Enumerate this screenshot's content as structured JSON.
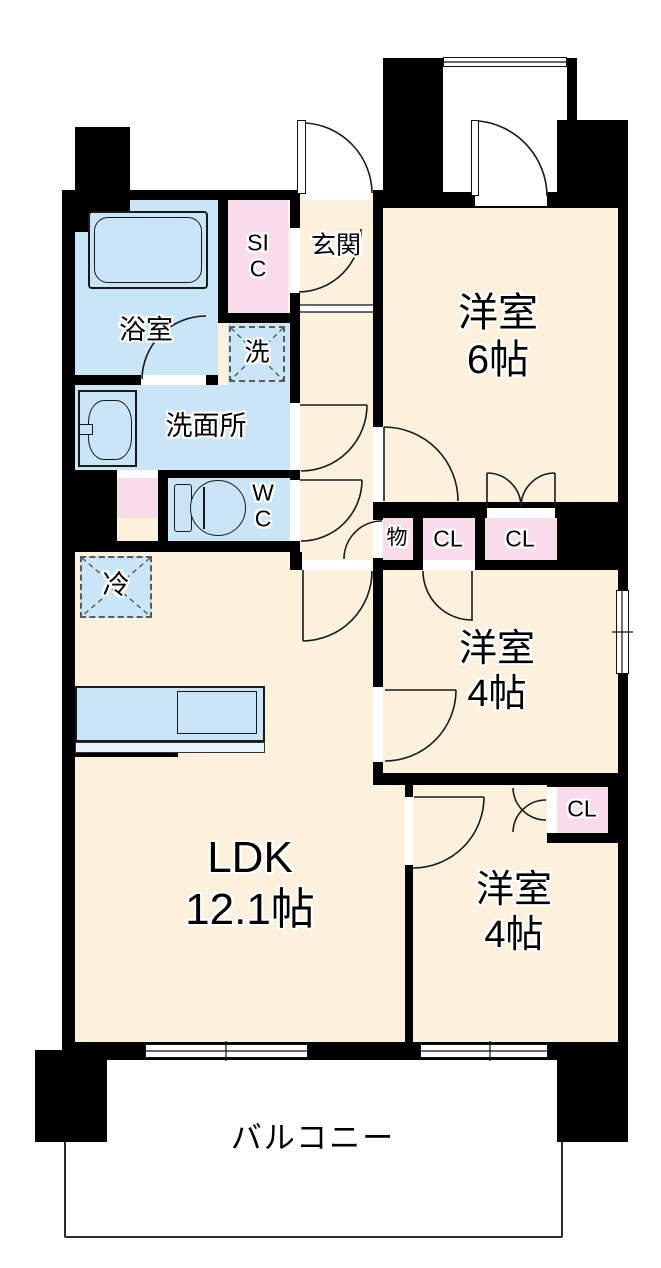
{
  "rooms": {
    "bath": {
      "label": "浴室"
    },
    "washer": {
      "label": "洗"
    },
    "sic": {
      "label": "SIC"
    },
    "genkan": {
      "label": "玄関"
    },
    "lavatory": {
      "label": "洗面所"
    },
    "wc": {
      "label": "WC"
    },
    "fridge": {
      "label": "冷"
    },
    "storage": {
      "label": "物"
    },
    "cl_hall": {
      "label": "CL"
    },
    "cl_mid": {
      "label": "CL"
    },
    "cl_lower": {
      "label": "CL"
    },
    "bedroom6": {
      "label": "洋室",
      "size": "6帖"
    },
    "bedroom4_mid": {
      "label": "洋室",
      "size": "4帖"
    },
    "bedroom4_bottom": {
      "label": "洋室",
      "size": "4帖"
    },
    "ldk": {
      "label": "LDK",
      "size": "12.1帖"
    },
    "balcony": {
      "label": "バルコニー"
    }
  },
  "colors": {
    "wall": "#000000",
    "room": "#FBF1DC",
    "water": "#C9E5F6",
    "closet": "#F8DDE9",
    "line": "#1a1a1a"
  }
}
